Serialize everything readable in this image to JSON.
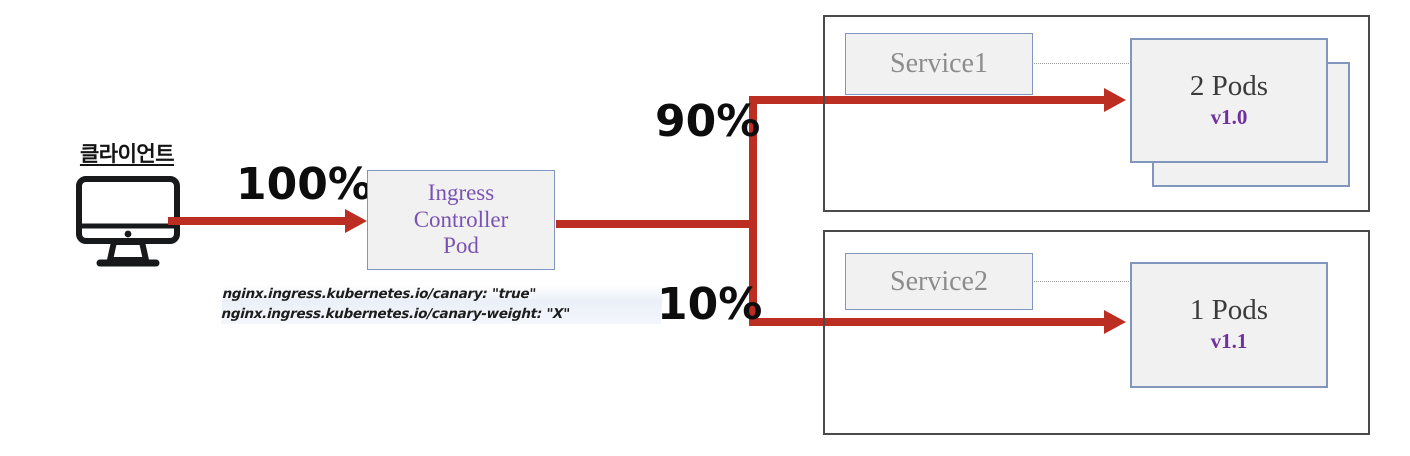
{
  "diagram": {
    "title": "Kubernetes Ingress Canary Deployment Traffic Split",
    "colors": {
      "flow_red": "#bc2d22",
      "box_border_blue": "#8096bd",
      "box_fill_gray": "#f1f1f1",
      "group_border_gray": "#4a4a4a",
      "purple_text": "#7a52b3",
      "version_purple": "#7030a0",
      "service_text_gray": "#8c8c8c"
    }
  },
  "client": {
    "label": "클라이언트",
    "icon": "desktop-monitor-icon"
  },
  "traffic": {
    "client_to_ingress_pct": "100%",
    "top_branch_pct": "90%",
    "bottom_branch_pct": "10%"
  },
  "ingress": {
    "line1": "Ingress",
    "line2": "Controller",
    "line3": "Pod",
    "annotation_line1": "nginx.ingress.kubernetes.io/canary: \"true\"",
    "annotation_line2": "nginx.ingress.kubernetes.io/canary-weight: \"X\""
  },
  "groups": [
    {
      "service_label": "Service1",
      "pod_count": "2 Pods",
      "pod_version": "v1.0",
      "stacked": true
    },
    {
      "service_label": "Service2",
      "pod_count": "1 Pods",
      "pod_version": "v1.1",
      "stacked": false
    }
  ]
}
